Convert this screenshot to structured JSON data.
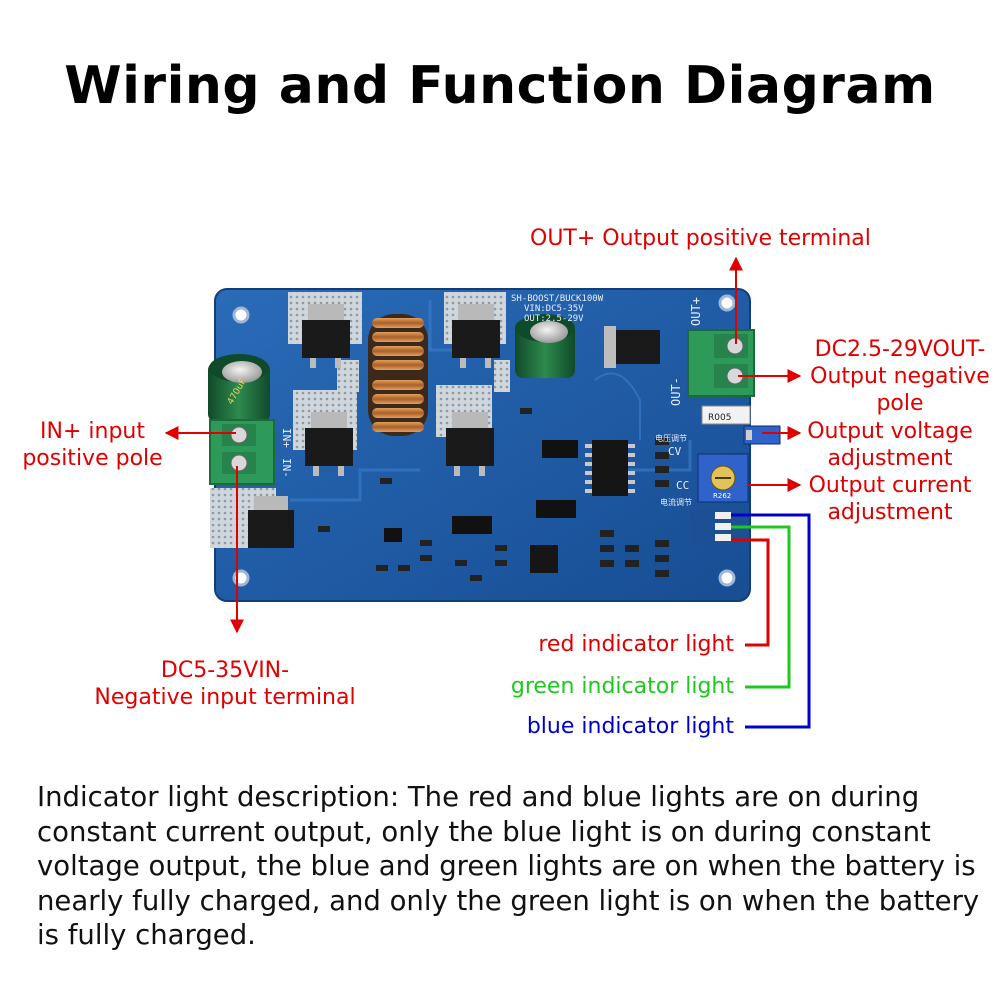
{
  "title": "Wiring and Function Diagram",
  "board": {
    "silk_model": "SH-BOOST/BUCK100W",
    "silk_vin": "VIN:DC5-35V",
    "silk_vout": "OUT:2.5-29V",
    "silk_out_plus": "OUT+",
    "silk_out_minus": "OUT-",
    "silk_in_plus": "IN+",
    "silk_in_minus": "IN-",
    "silk_cv": "CV",
    "silk_cc": "CC",
    "silk_voltage_adj": "电压调节",
    "silk_current_adj": "电流调节",
    "silk_cap_value": "470uF",
    "silk_pot_code": "R005",
    "silk_pot2_code": "R262"
  },
  "labels": {
    "out_plus": "OUT+ Output positive terminal",
    "out_minus_line1": "DC2.5-29VOUT-",
    "out_minus_line2": "Output negative",
    "out_minus_line3": "pole",
    "in_plus_line1": "IN+ input",
    "in_plus_line2": "positive pole",
    "voltage_adj_line1": "Output voltage",
    "voltage_adj_line2": "adjustment",
    "current_adj_line1": "Output current",
    "current_adj_line2": "adjustment",
    "in_minus_line1": "DC5-35VIN-",
    "in_minus_line2": "Negative input terminal",
    "red_light": "red indicator light",
    "green_light": "green indicator light",
    "blue_light": "blue indicator light"
  },
  "description": "Indicator light description: The red and blue lights are on during constant current output, only the blue light is on during constant voltage output, the blue and green lights are on when the battery is nearly fully charged, and only the green light is on when the battery is fully charged.",
  "colors": {
    "annotation_red": "#e10000",
    "annotation_green": "#1ec81e",
    "annotation_blue": "#0000cc",
    "pcb_blue": "#1f5aa6",
    "terminal_green": "#2e9a5a"
  }
}
